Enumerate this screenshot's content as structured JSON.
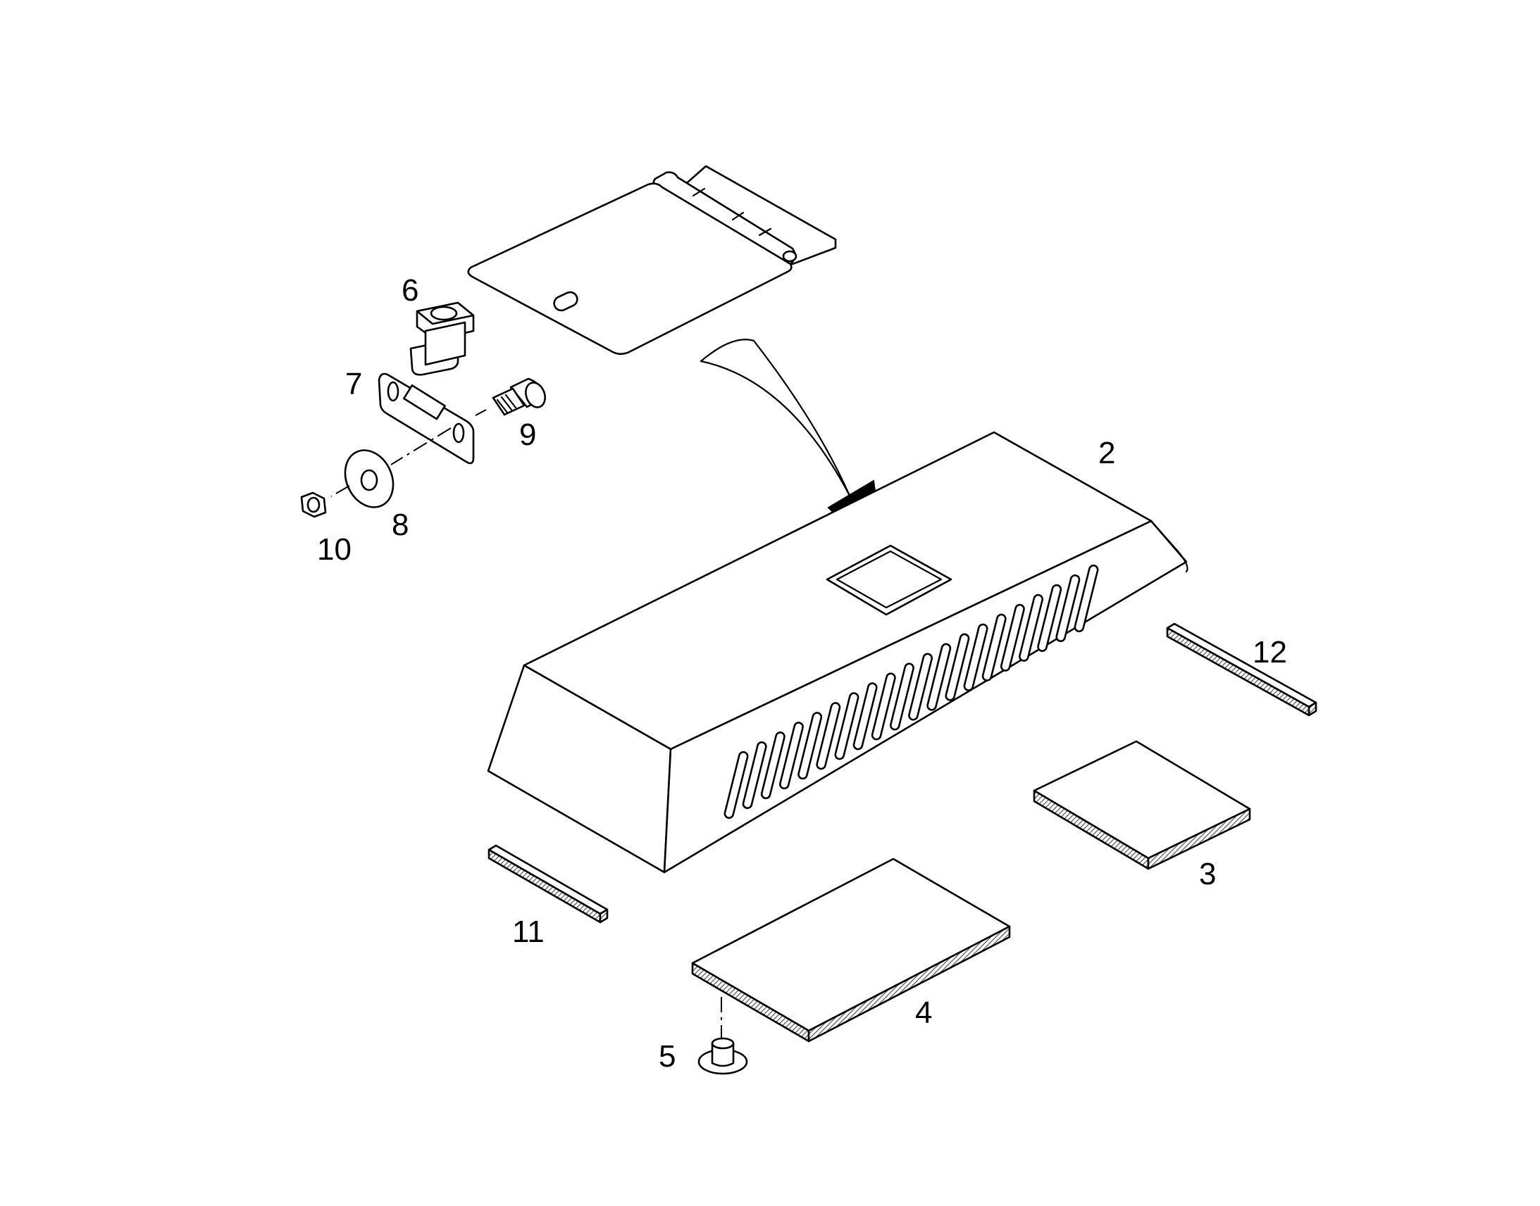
{
  "callouts": {
    "c2": "2",
    "c3": "3",
    "c4": "4",
    "c5": "5",
    "c6": "6",
    "c7": "7",
    "c8": "8",
    "c9": "9",
    "c10": "10",
    "c11": "11",
    "c12": "12"
  },
  "colors": {
    "line": "#000000",
    "background": "#ffffff",
    "edge_hatch": "#555555"
  },
  "icons": {
    "assembly_arrow": "curved-arrow-icon"
  }
}
